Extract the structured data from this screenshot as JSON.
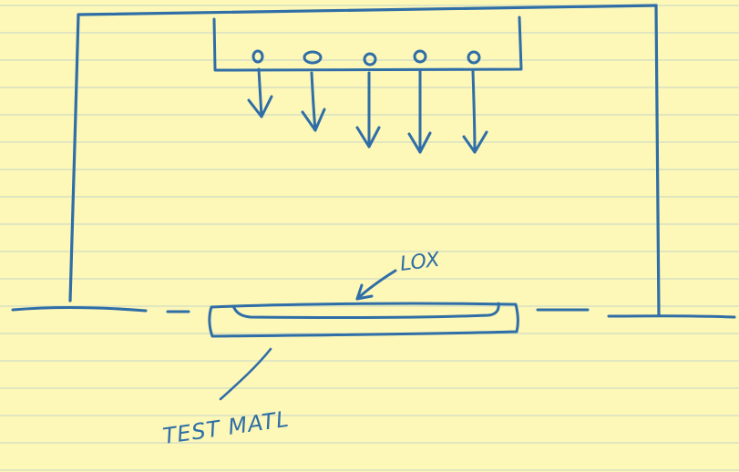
{
  "colors": {
    "paper": "#fdf7b8",
    "rule_line": "#c9d9bf",
    "ink": "#2f6ea6"
  },
  "labels": {
    "lox": "LOX",
    "test_material": "TEST MATL"
  },
  "nozzles": {
    "count": 5
  }
}
